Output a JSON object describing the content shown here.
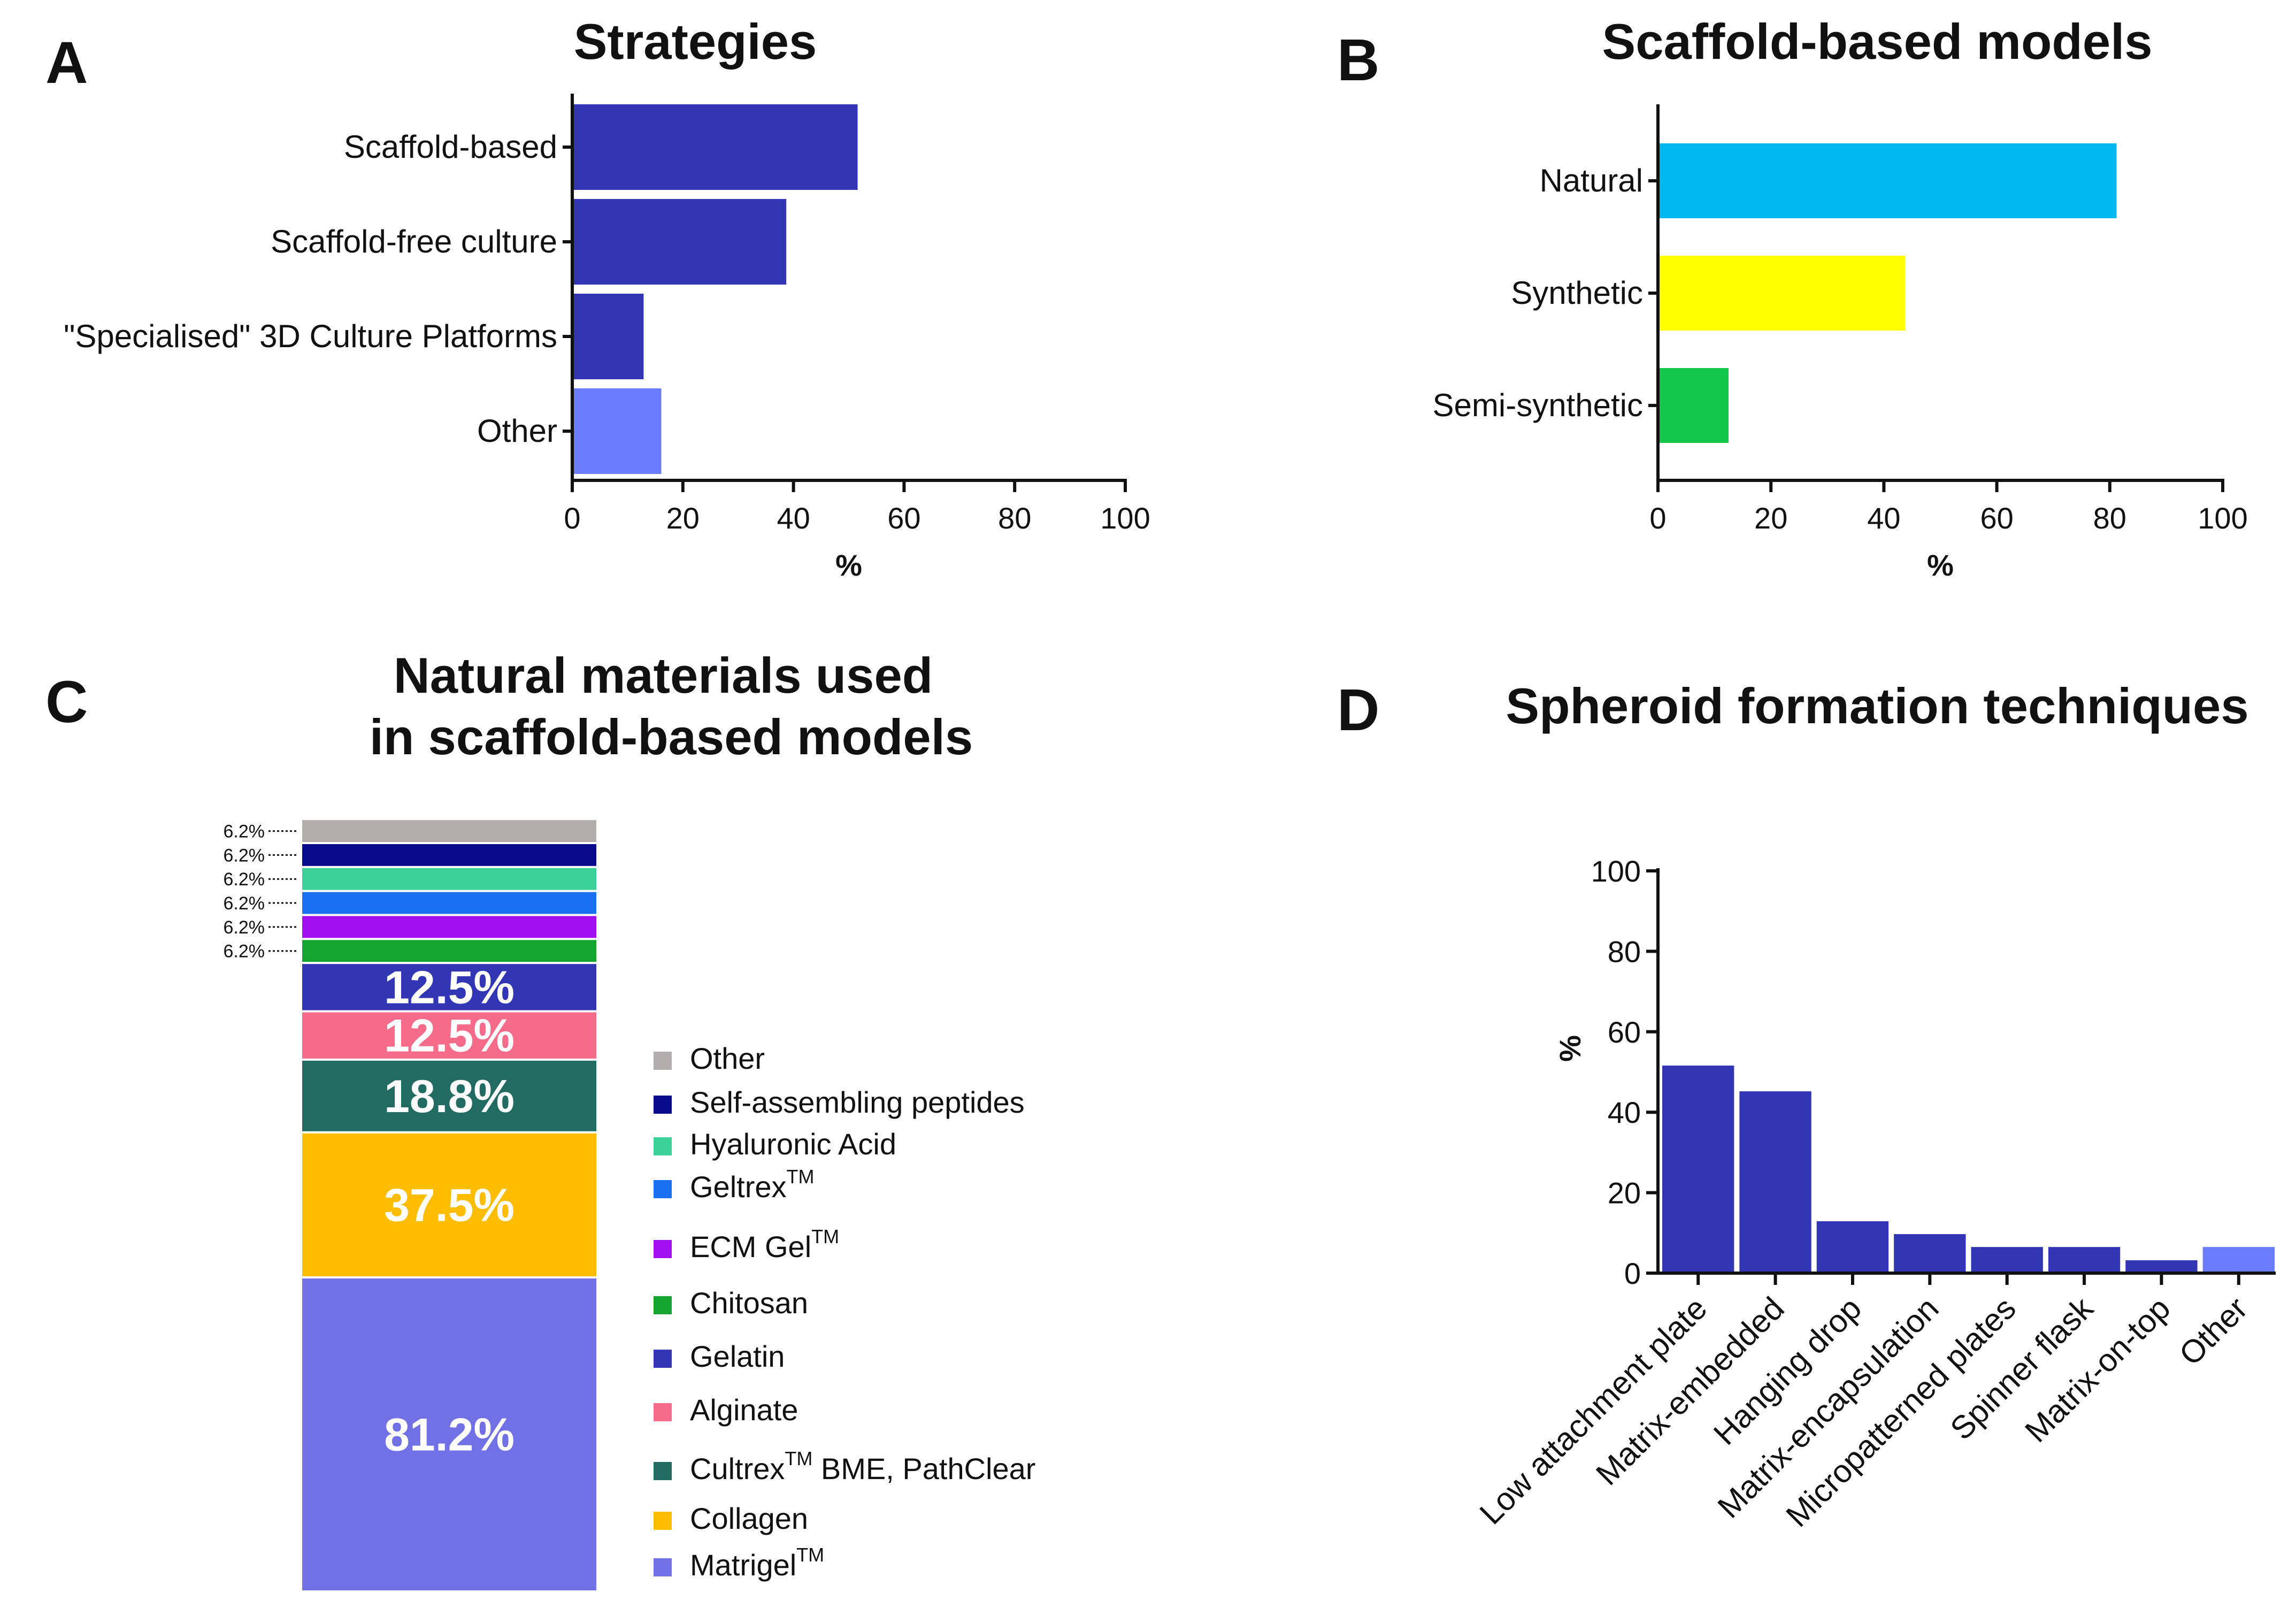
{
  "panels": {
    "A": "A",
    "B": "B",
    "C": "C",
    "D": "D"
  },
  "chart_data": [
    {
      "panel": "A",
      "type": "bar",
      "orientation": "horizontal",
      "title": "Strategies",
      "xlabel": "%",
      "ylabel": "",
      "xlim": [
        0,
        100
      ],
      "ticks": [
        "0",
        "20",
        "40",
        "60",
        "80",
        "100"
      ],
      "categories": [
        "Scaffold-based",
        "Scaffold-free culture",
        "\"Specialised\" 3D Culture Platforms",
        "Other"
      ],
      "values": [
        51.6,
        38.7,
        12.9,
        16.1
      ],
      "colors": [
        "#3236b4",
        "#3236b4",
        "#3236b4",
        "#6b7cff"
      ]
    },
    {
      "panel": "B",
      "type": "bar",
      "orientation": "horizontal",
      "title": "Scaffold-based models",
      "xlabel": "%",
      "ylabel": "",
      "xlim": [
        0,
        100
      ],
      "ticks": [
        "0",
        "20",
        "40",
        "60",
        "80",
        "100"
      ],
      "categories": [
        "Natural",
        "Synthetic",
        "Semi-synthetic"
      ],
      "values": [
        81.2,
        43.8,
        12.5
      ],
      "colors": [
        "#00b7f0",
        "#ffff00",
        "#14c64a"
      ]
    },
    {
      "panel": "C",
      "type": "bar",
      "stacked": true,
      "title": "Natural materials used in scaffold-based models",
      "title_lines": [
        "Natural materials used",
        "in scaffold-based models"
      ],
      "segments": [
        {
          "name": "Matrigel",
          "sup": "TM",
          "value": 81.2,
          "label": "81.2%",
          "color": "#7170e5"
        },
        {
          "name": "Collagen",
          "sup": "",
          "value": 37.5,
          "label": "37.5%",
          "color": "#ffbd00"
        },
        {
          "name": "Cultrex",
          "sup": "TM",
          "suffix": " BME, PathClear",
          "value": 18.8,
          "label": "18.8%",
          "color": "#226b63"
        },
        {
          "name": "Alginate",
          "sup": "",
          "value": 12.5,
          "label": "12.5%",
          "color": "#f76b8a"
        },
        {
          "name": "Gelatin",
          "sup": "",
          "value": 12.5,
          "label": "12.5%",
          "color": "#3236b4"
        },
        {
          "name": "Chitosan",
          "sup": "",
          "value": 6.2,
          "label": "6.2%",
          "color": "#13a52f"
        },
        {
          "name": "ECM Gel",
          "sup": "TM",
          "value": 6.2,
          "label": "6.2%",
          "color": "#a10ff0"
        },
        {
          "name": "Geltrex",
          "sup": "TM",
          "value": 6.2,
          "label": "6.2%",
          "color": "#1a70f0"
        },
        {
          "name": "Hyaluronic Acid",
          "sup": "",
          "value": 6.2,
          "label": "6.2%",
          "color": "#3cd199"
        },
        {
          "name": "Self-assembling peptides",
          "sup": "",
          "value": 6.2,
          "label": "6.2%",
          "color": "#070a8a"
        },
        {
          "name": "Other",
          "sup": "",
          "value": 6.2,
          "label": "6.2%",
          "color": "#b3adad"
        }
      ]
    },
    {
      "panel": "D",
      "type": "bar",
      "title": "Spheroid formation techniques",
      "xlabel": "",
      "ylabel": "%",
      "ylim": [
        0,
        100
      ],
      "ticks": [
        "0",
        "20",
        "40",
        "60",
        "80",
        "100"
      ],
      "categories": [
        "Low attachment plate",
        "Matrix-embedded",
        "Hanging drop",
        "Matrix-encapsulation",
        "Micropatterned plates",
        "Spinner flask",
        "Matrix-on-top",
        "Other"
      ],
      "values": [
        51.6,
        45.2,
        12.9,
        9.7,
        6.5,
        6.5,
        3.2,
        6.5
      ],
      "colors": [
        "#3236b4",
        "#3236b4",
        "#3236b4",
        "#3236b4",
        "#3236b4",
        "#3236b4",
        "#3236b4",
        "#6b7cff"
      ]
    }
  ]
}
